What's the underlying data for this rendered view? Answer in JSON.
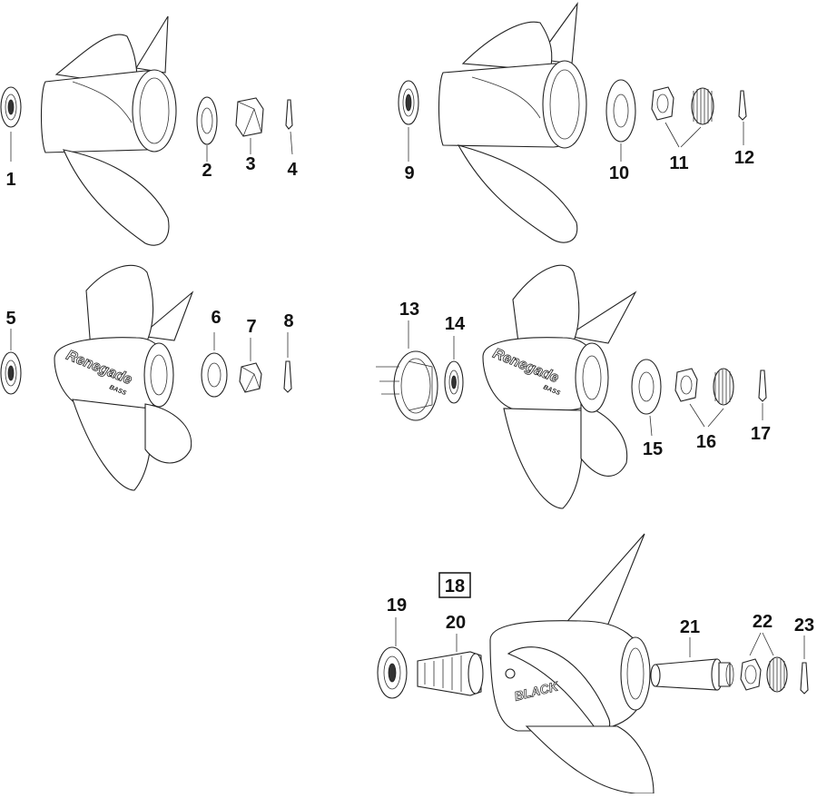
{
  "callouts": {
    "c1": "1",
    "c2": "2",
    "c3": "3",
    "c4": "4",
    "c5": "5",
    "c6": "6",
    "c7": "7",
    "c8": "8",
    "c9": "9",
    "c10": "10",
    "c11": "11",
    "c12": "12",
    "c13": "13",
    "c14": "14",
    "c15": "15",
    "c16": "16",
    "c17": "17",
    "c18": "18",
    "c19": "19",
    "c20": "20",
    "c21": "21",
    "c22": "22",
    "c23": "23"
  },
  "brand": {
    "name": "Renegade",
    "sub": "BASS"
  }
}
